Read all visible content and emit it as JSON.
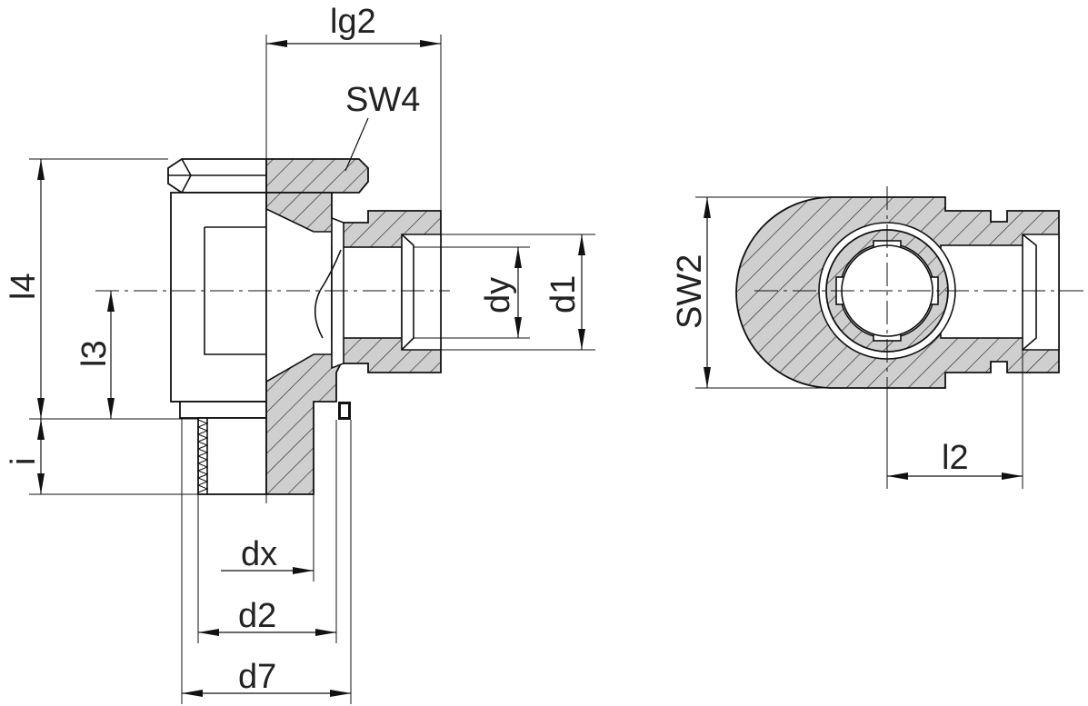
{
  "drawing": {
    "labels": {
      "lg2": "lg2",
      "sw4": "SW4",
      "l4": "l4",
      "l3": "l3",
      "i": "i",
      "dy": "dy",
      "d1": "d1",
      "dx": "dx",
      "d2": "d2",
      "d7": "d7",
      "sw2": "SW2",
      "l2": "l2"
    }
  }
}
